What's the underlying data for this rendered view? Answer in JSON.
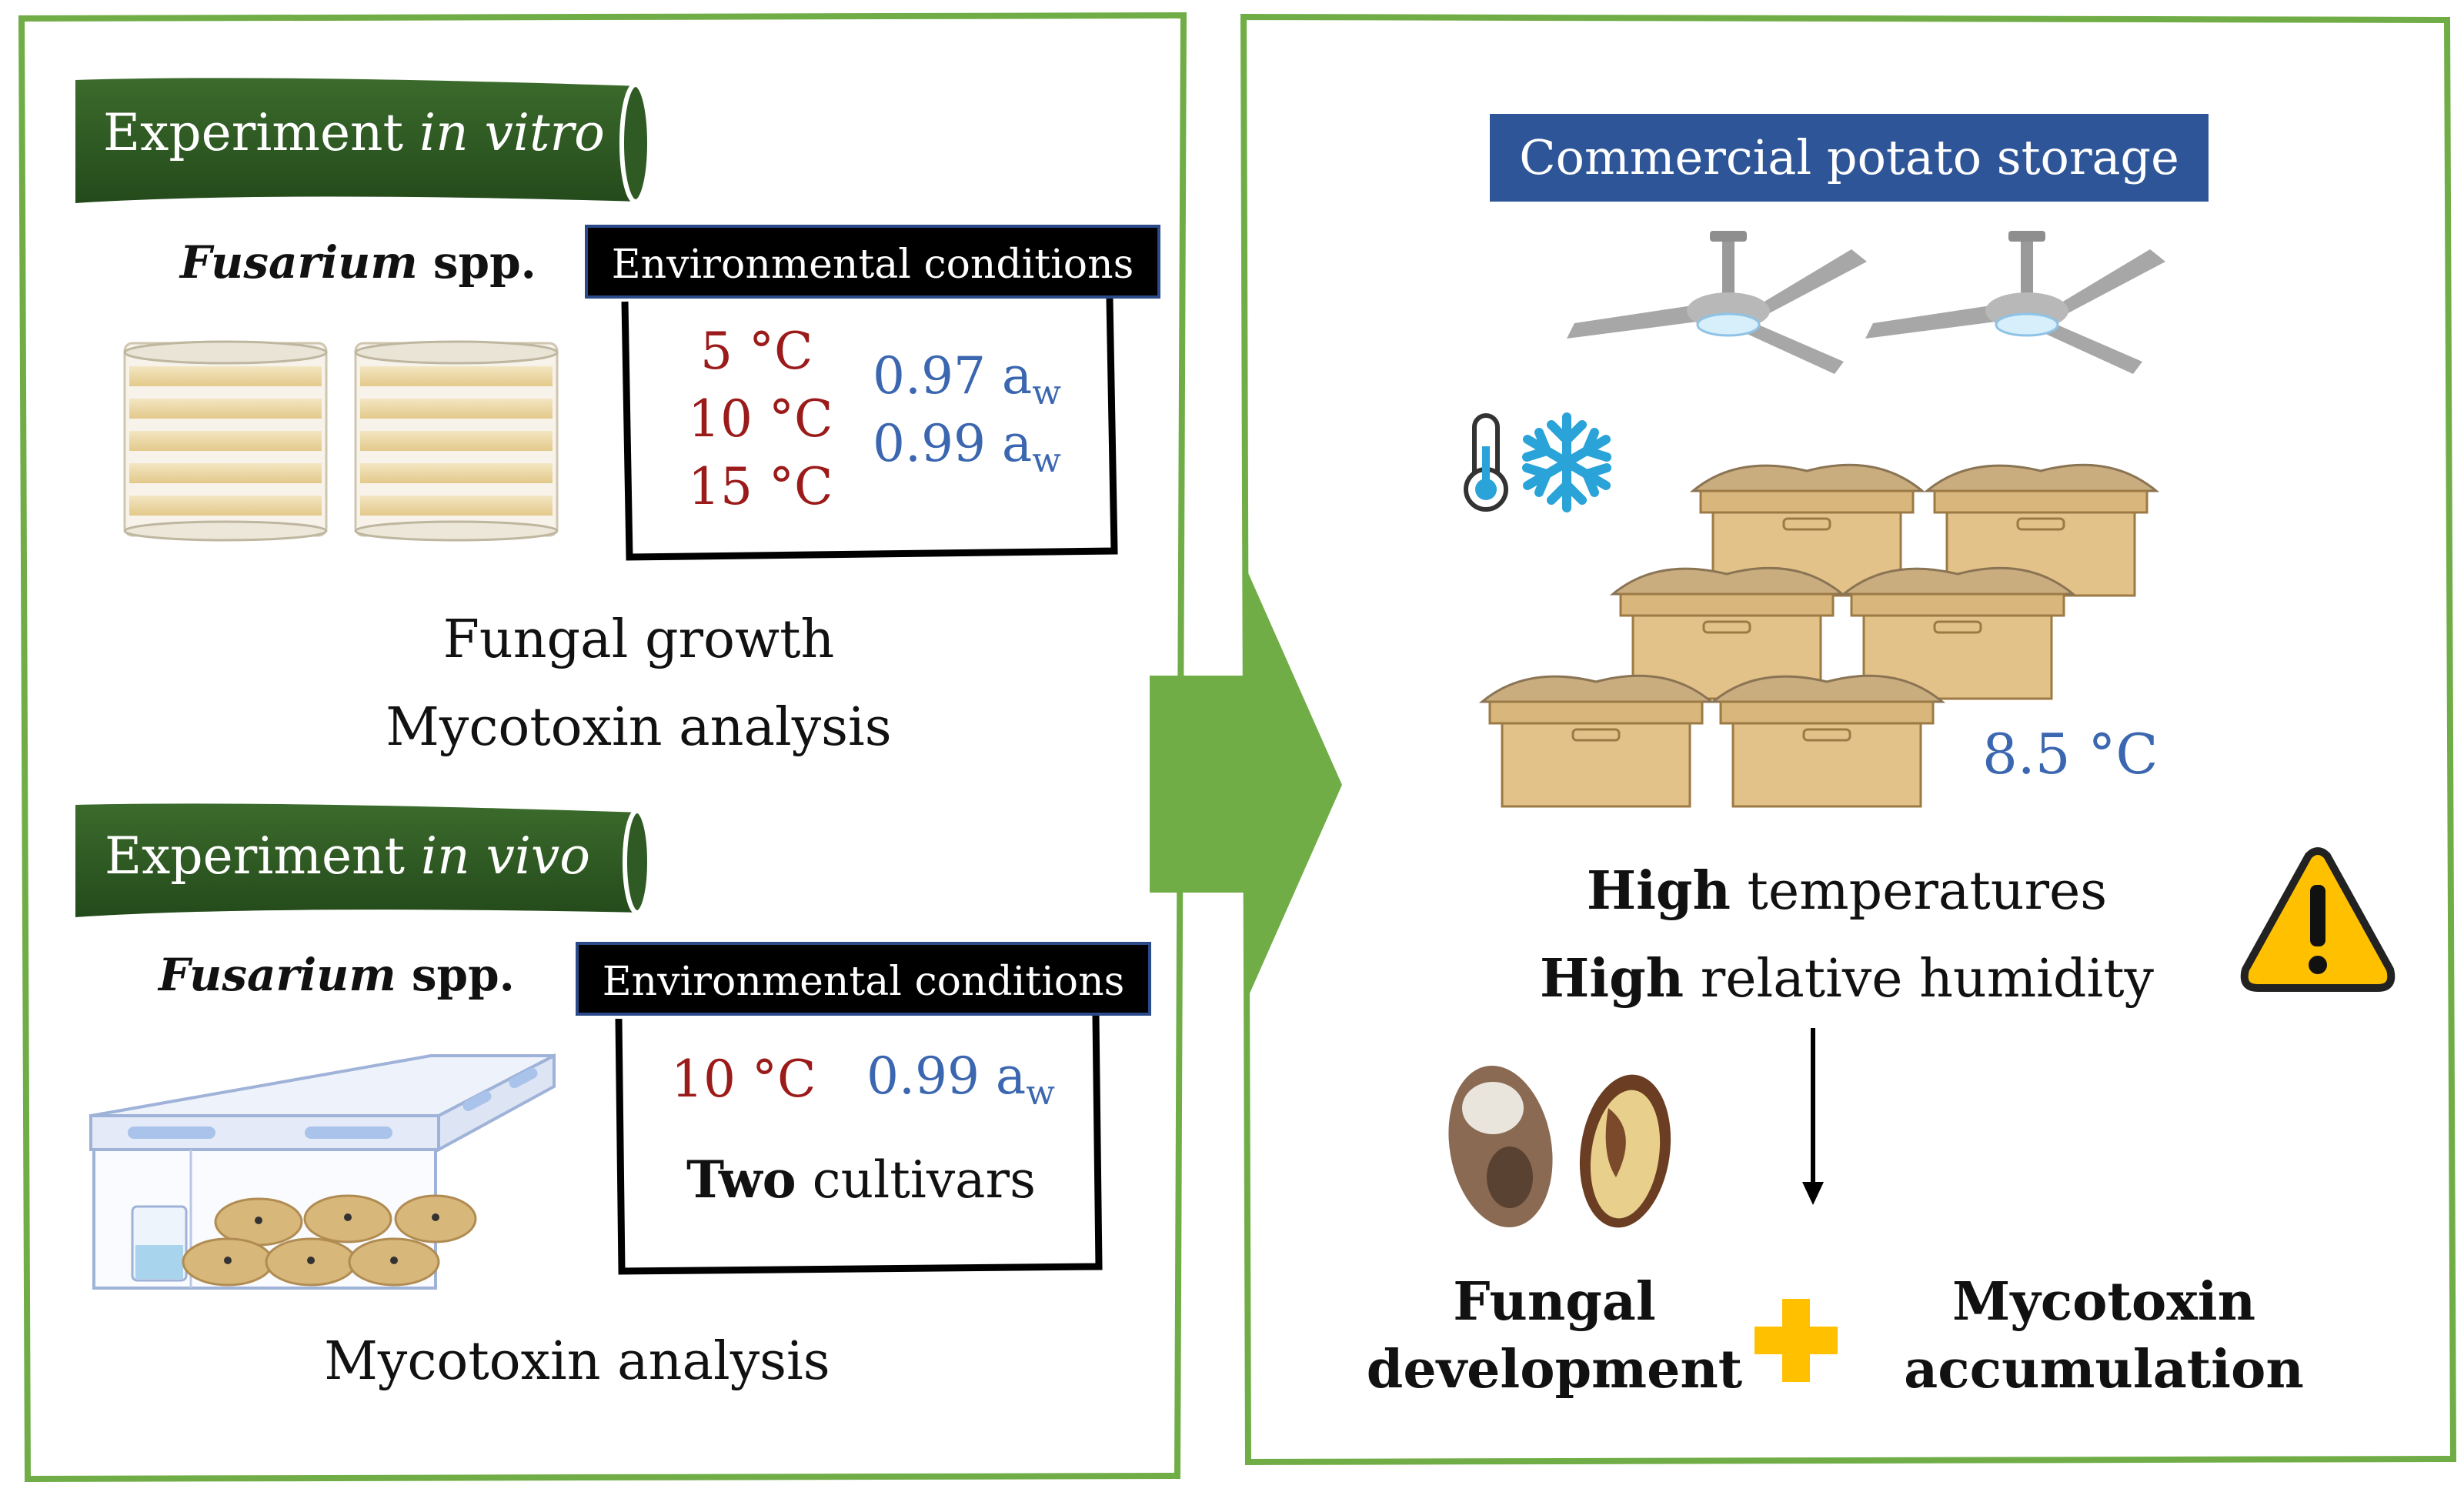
{
  "left_panel": {
    "in_vitro": {
      "banner_prefix": "Experiment ",
      "banner_italic": "in vitro",
      "organism_italic": "Fusarium",
      "organism_suffix": " spp.",
      "env_title": "Environmental conditions",
      "temperatures": [
        "5 °C",
        "10 °C",
        "15 °C"
      ],
      "water_activity": [
        {
          "value": "0.97 a",
          "sub": "w"
        },
        {
          "value": "0.99 a",
          "sub": "w"
        }
      ],
      "outputs": [
        "Fungal growth",
        "Mycotoxin analysis"
      ]
    },
    "in_vivo": {
      "banner_prefix": "Experiment ",
      "banner_italic": "in vivo",
      "organism_italic": "Fusarium",
      "organism_suffix": " spp.",
      "env_title": "Environmental conditions",
      "temperature": "10 °C",
      "water_activity": {
        "value": "0.99 a",
        "sub": "w"
      },
      "cultivars_bold": "Two",
      "cultivars_rest": " cultivars",
      "output": "Mycotoxin analysis"
    }
  },
  "right_panel": {
    "title": "Commercial potato storage",
    "storage_temp": "8.5 °C",
    "conditions": [
      {
        "bold": "High",
        "rest": " temperatures"
      },
      {
        "bold": "High",
        "rest": " relative humidity"
      }
    ],
    "result_left": [
      "Fungal",
      "development"
    ],
    "result_right": [
      "Mycotoxin",
      "accumulation"
    ]
  },
  "icons": [
    "petri-dish-stack-icon",
    "incubator-box-icon",
    "ceiling-fan-icon",
    "thermometer-icon",
    "snowflake-icon",
    "potato-crate-icon",
    "warning-triangle-icon",
    "rotten-potato-icon",
    "plus-icon",
    "arrow-icon"
  ],
  "colors": {
    "panel_border": "#70ad47",
    "banner_green": "#2f5a24",
    "arrow_green": "#70ad47",
    "temp_red": "#9b1b1b",
    "aw_blue": "#3b66b0",
    "storage_blue": "#2e5597",
    "plus_yellow": "#ffc000",
    "warning_yellow": "#ffc000"
  }
}
